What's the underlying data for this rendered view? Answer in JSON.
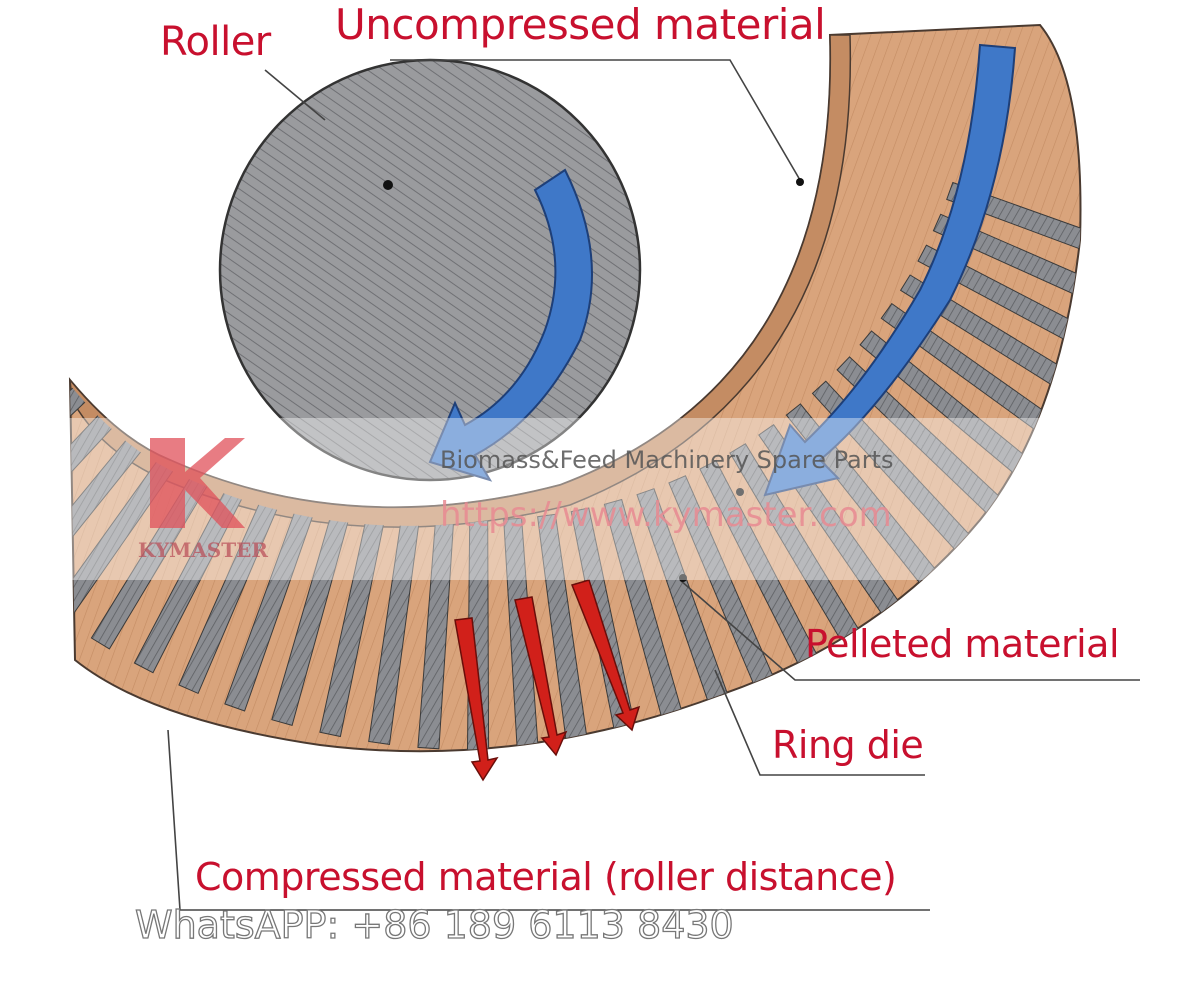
{
  "diagram": {
    "labels": {
      "roller": "Roller",
      "uncompressed_material": "Uncompressed material",
      "pelleted_material": "Pelleted material",
      "ring_die": "Ring die",
      "compressed_material": "Compressed material (roller distance)"
    }
  },
  "watermark": {
    "brand": "KYMASTER",
    "tagline": "Biomass&Feed Machinery Spare Parts",
    "url": "https://www.kymaster.com",
    "whatsapp": "WhatsAPP: +86 189 6113 8430"
  },
  "colors": {
    "label_red": "#c8102e",
    "arrow_blue": "#3f78c8",
    "arrow_red": "#d1201a",
    "die_tan": "#d9a47c",
    "pellet_gray": "#8b8d92",
    "roller_gray": "#9a9b9e"
  }
}
